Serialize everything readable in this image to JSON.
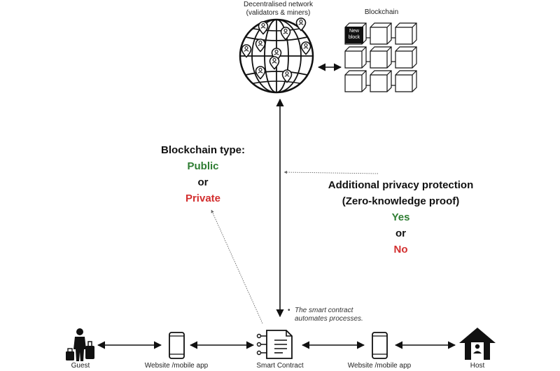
{
  "network": {
    "title_line1": "Decentralised network",
    "title_line2": "(validators & miners)"
  },
  "blockchain": {
    "title": "Blockchain",
    "new_block_line1": "New",
    "new_block_line2": "block"
  },
  "blockchain_type": {
    "heading": "Blockchain type:",
    "option_public": "Public",
    "connector": "or",
    "option_private": "Private"
  },
  "privacy": {
    "heading_line1": "Additional privacy protection",
    "heading_line2": "(Zero-knowledge proof)",
    "option_yes": "Yes",
    "connector": "or",
    "option_no": "No"
  },
  "smart_contract_note": {
    "bullet": "•",
    "line1": "The smart contract",
    "line2": "automates processes."
  },
  "actors": {
    "guest": "Guest",
    "website_left": "Website /mobile app",
    "smart_contract": "Smart Contract",
    "website_right": "Website /mobile app",
    "host": "Host"
  },
  "colors": {
    "positive": "#2e7d32",
    "negative": "#d32f2f",
    "line": "#111111"
  },
  "icons": [
    "globe-network-icon",
    "location-pin-icon",
    "blockchain-cube-icon",
    "traveler-icon",
    "smartphone-icon",
    "smart-contract-icon",
    "house-icon"
  ]
}
